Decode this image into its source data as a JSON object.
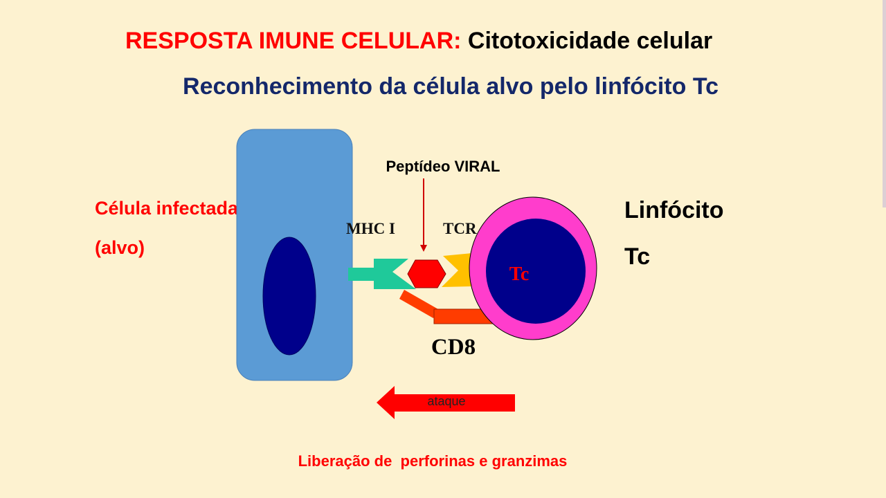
{
  "title": {
    "part1": "RESPOSTA IMUNE CELULAR:",
    "part2": " Citotoxicidade celular",
    "subtitle": "Reconhecimento da célula alvo pelo linfócito Tc"
  },
  "labels": {
    "infected_cell_line1": "Célula infectada",
    "infected_cell_line2": "(alvo)",
    "lymphocyte_line1": "Linfócito",
    "lymphocyte_line2": "Tc",
    "peptide": "Peptídeo VIRAL",
    "mhc": "MHC I",
    "tcr": "TCR",
    "tc": "Tc",
    "cd8": "CD8",
    "attack": "ataque",
    "release": "Liberação de  perforinas e granzimas"
  },
  "colors": {
    "background": "#fdf2d0",
    "red": "#ff0000",
    "navy": "#14286a",
    "cell_blue": "#5b9bd5",
    "nucleus": "#00008b",
    "mhc_green": "#1fc99a",
    "tcr_yellow": "#ffc000",
    "cd8_orange": "#ff3c00",
    "tc_pink": "#ff3dcc"
  }
}
